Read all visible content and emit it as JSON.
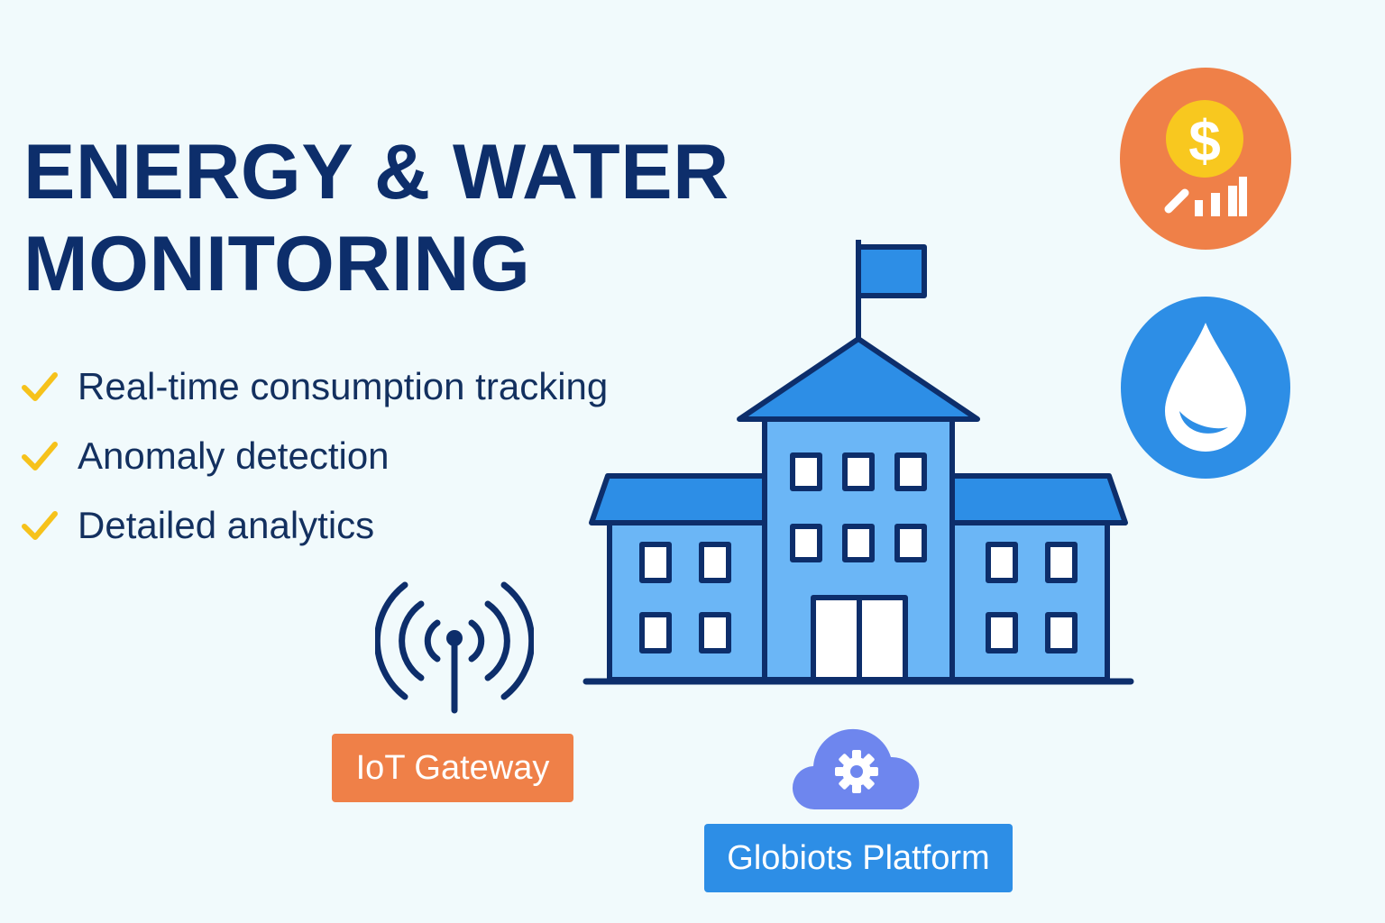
{
  "title": {
    "line1": "ENERGY & WATER",
    "line2": "MONITORING"
  },
  "features": [
    {
      "label": "Real-time consumption tracking"
    },
    {
      "label": "Anomaly detection"
    },
    {
      "label": "Detailed analytics"
    }
  ],
  "gateway": {
    "label": "IoT Gateway",
    "icon": "antenna-signal-icon"
  },
  "platform": {
    "label": "Globiots Platform",
    "icon": "cloud-gear-icon"
  },
  "cost_icon": {
    "symbol": "$",
    "icon": "dollar-growth-icon"
  },
  "water_icon": {
    "icon": "water-drop-icon"
  },
  "colors": {
    "title": "#0d2e6b",
    "check": "#f6c21b",
    "orange": "#ef8048",
    "blue": "#2d8ee6",
    "building_light": "#6bb6f6",
    "building_outline": "#0d2e6b",
    "cloud": "#6e86ee"
  }
}
